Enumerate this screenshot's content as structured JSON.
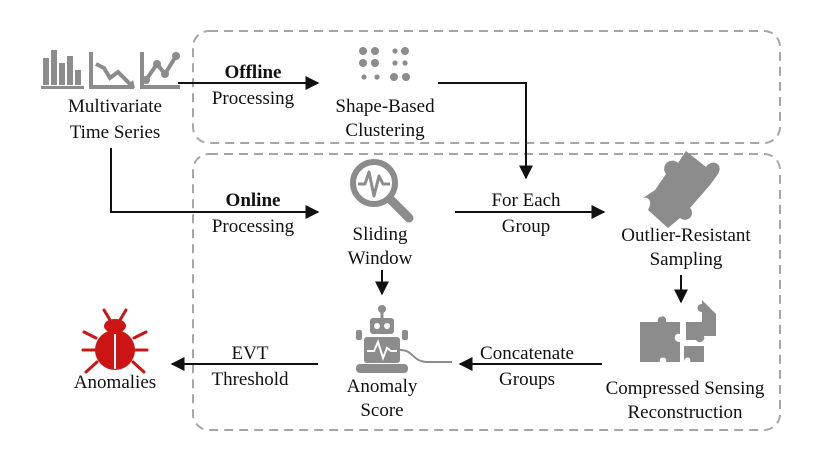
{
  "colors": {
    "icon_gray": "#8c8c8c",
    "accent_red": "#cc1414",
    "border_dashed": "#a6a6a6",
    "arrow": "#111111"
  },
  "nodes": {
    "source": {
      "line1": "Multivariate",
      "line2": "Time Series",
      "icon": "charts-icon"
    },
    "clustering": {
      "line1": "Shape-Based",
      "line2": "Clustering",
      "icon": "dots-cluster-icon"
    },
    "window": {
      "line1": "Sliding",
      "line2": "Window",
      "icon": "magnifier-waveform-icon"
    },
    "sampling": {
      "line1": "Outlier-Resistant",
      "line2": "Sampling",
      "icon": "puzzle-piece-icon"
    },
    "reconstruction": {
      "line1": "Compressed Sensing",
      "line2": "Reconstruction",
      "icon": "puzzle-pieces-icon"
    },
    "score": {
      "line1": "Anomaly",
      "line2": "Score",
      "icon": "robot-icon"
    },
    "anomalies": {
      "label": "Anomalies",
      "icon": "bug-icon"
    }
  },
  "edges": {
    "offline": {
      "line1": "Offline",
      "line2": "Processing"
    },
    "online": {
      "line1": "Online",
      "line2": "Processing"
    },
    "group": {
      "line1": "For Each",
      "line2": "Group"
    },
    "concat": {
      "line1": "Concatenate",
      "line2": "Groups"
    },
    "evt": {
      "line1": "EVT",
      "line2": "Threshold"
    }
  }
}
